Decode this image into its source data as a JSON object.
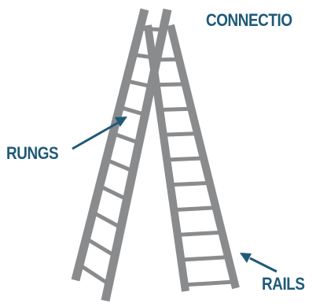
{
  "labels": {
    "connection": "CONNECTIO",
    "rungs": "RUNGS",
    "rails": "RAILS"
  },
  "colors": {
    "ladder": "#8a8b8d",
    "annotation": "#1e5a78",
    "background": "#ffffff"
  },
  "ladder": {
    "front_rungs": 10,
    "back_rungs": 10
  }
}
